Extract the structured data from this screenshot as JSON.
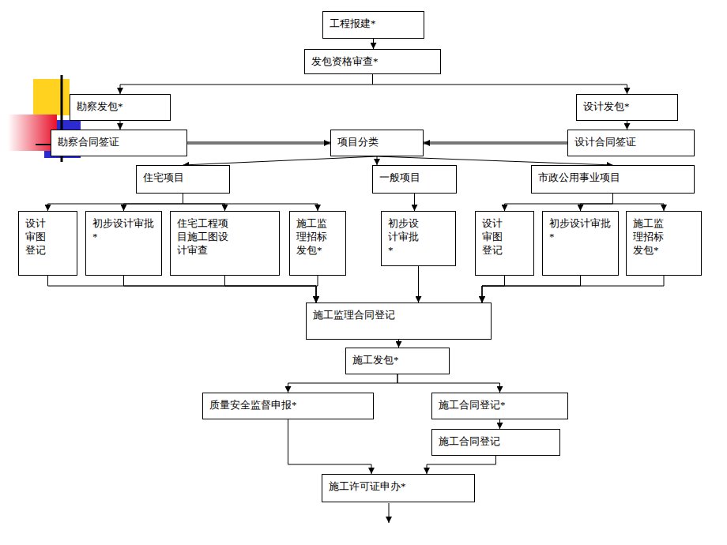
{
  "diagram": {
    "nodes": [
      {
        "text": [
          "工程报建*"
        ]
      },
      {
        "text": [
          "发包资格审查*"
        ]
      },
      {
        "text": [
          "勘察发包*"
        ]
      },
      {
        "text": [
          "设计发包*"
        ]
      },
      {
        "text": [
          "勘察合同签证"
        ]
      },
      {
        "text": [
          "项目分类"
        ]
      },
      {
        "text": [
          "设计合同签证"
        ]
      },
      {
        "text": [
          "住宅项目"
        ]
      },
      {
        "text": [
          "一般项目"
        ]
      },
      {
        "text": [
          "市政公用事业项目"
        ]
      },
      {
        "text": [
          "设计审图登记"
        ]
      },
      {
        "text": [
          "初步设计审批*"
        ]
      },
      {
        "text": [
          "住宅工程项目施工图设计审查"
        ]
      },
      {
        "text": [
          "施工监理招标发包*"
        ]
      },
      {
        "text": [
          "初步设计审批*"
        ]
      },
      {
        "text": [
          "设计审图登记"
        ]
      },
      {
        "text": [
          "初步设计审批*"
        ]
      },
      {
        "text": [
          "施工监理招标发包*"
        ]
      },
      {
        "text": [
          "施工监理合同登记"
        ]
      },
      {
        "text": [
          "施工发包*"
        ]
      },
      {
        "text": [
          "质量安全监督申报*"
        ]
      },
      {
        "text": [
          "施工合同登记*"
        ]
      },
      {
        "text": [
          "施工合同登记"
        ]
      },
      {
        "text": [
          "施工许可证申办*"
        ]
      }
    ],
    "edges": [
      {
        "from": 0,
        "to": 1,
        "arrow": "to"
      },
      {
        "from": 1,
        "to": 2,
        "arrow": "to"
      },
      {
        "from": 1,
        "to": 3,
        "arrow": "to"
      },
      {
        "from": 2,
        "to": 4,
        "arrow": "to"
      },
      {
        "from": 3,
        "to": 6,
        "arrow": "to"
      },
      {
        "from": 4,
        "to": 5,
        "arrow": "to"
      },
      {
        "from": 6,
        "to": 5,
        "arrow": "to"
      },
      {
        "from": 5,
        "to": 7,
        "arrow": "to"
      },
      {
        "from": 5,
        "to": 8,
        "arrow": "to"
      },
      {
        "from": 5,
        "to": 9,
        "arrow": "to"
      },
      {
        "from": 7,
        "to": 10,
        "arrow": "to"
      },
      {
        "from": 7,
        "to": 11,
        "arrow": "to"
      },
      {
        "from": 7,
        "to": 12,
        "arrow": "to"
      },
      {
        "from": 7,
        "to": 13,
        "arrow": "to"
      },
      {
        "from": 8,
        "to": 14,
        "arrow": "to"
      },
      {
        "from": 9,
        "to": 15,
        "arrow": "to"
      },
      {
        "from": 9,
        "to": 16,
        "arrow": "to"
      },
      {
        "from": 9,
        "to": 17,
        "arrow": "to"
      },
      {
        "from": 10,
        "to": 18,
        "arrow": "to"
      },
      {
        "from": 11,
        "to": 18,
        "arrow": "to"
      },
      {
        "from": 12,
        "to": 18,
        "arrow": "to"
      },
      {
        "from": 13,
        "to": 18,
        "arrow": "to"
      },
      {
        "from": 14,
        "to": 18,
        "arrow": "to"
      },
      {
        "from": 15,
        "to": 18,
        "arrow": "to"
      },
      {
        "from": 16,
        "to": 18,
        "arrow": "to"
      },
      {
        "from": 17,
        "to": 18,
        "arrow": "to"
      },
      {
        "from": 18,
        "to": 19,
        "arrow": "to"
      },
      {
        "from": 19,
        "to": 20,
        "arrow": "to"
      },
      {
        "from": 19,
        "to": 21,
        "arrow": "to"
      },
      {
        "from": 21,
        "to": 22,
        "arrow": "to"
      },
      {
        "from": 20,
        "to": 23,
        "arrow": "to"
      },
      {
        "from": 22,
        "to": 23,
        "arrow": "to"
      }
    ]
  }
}
